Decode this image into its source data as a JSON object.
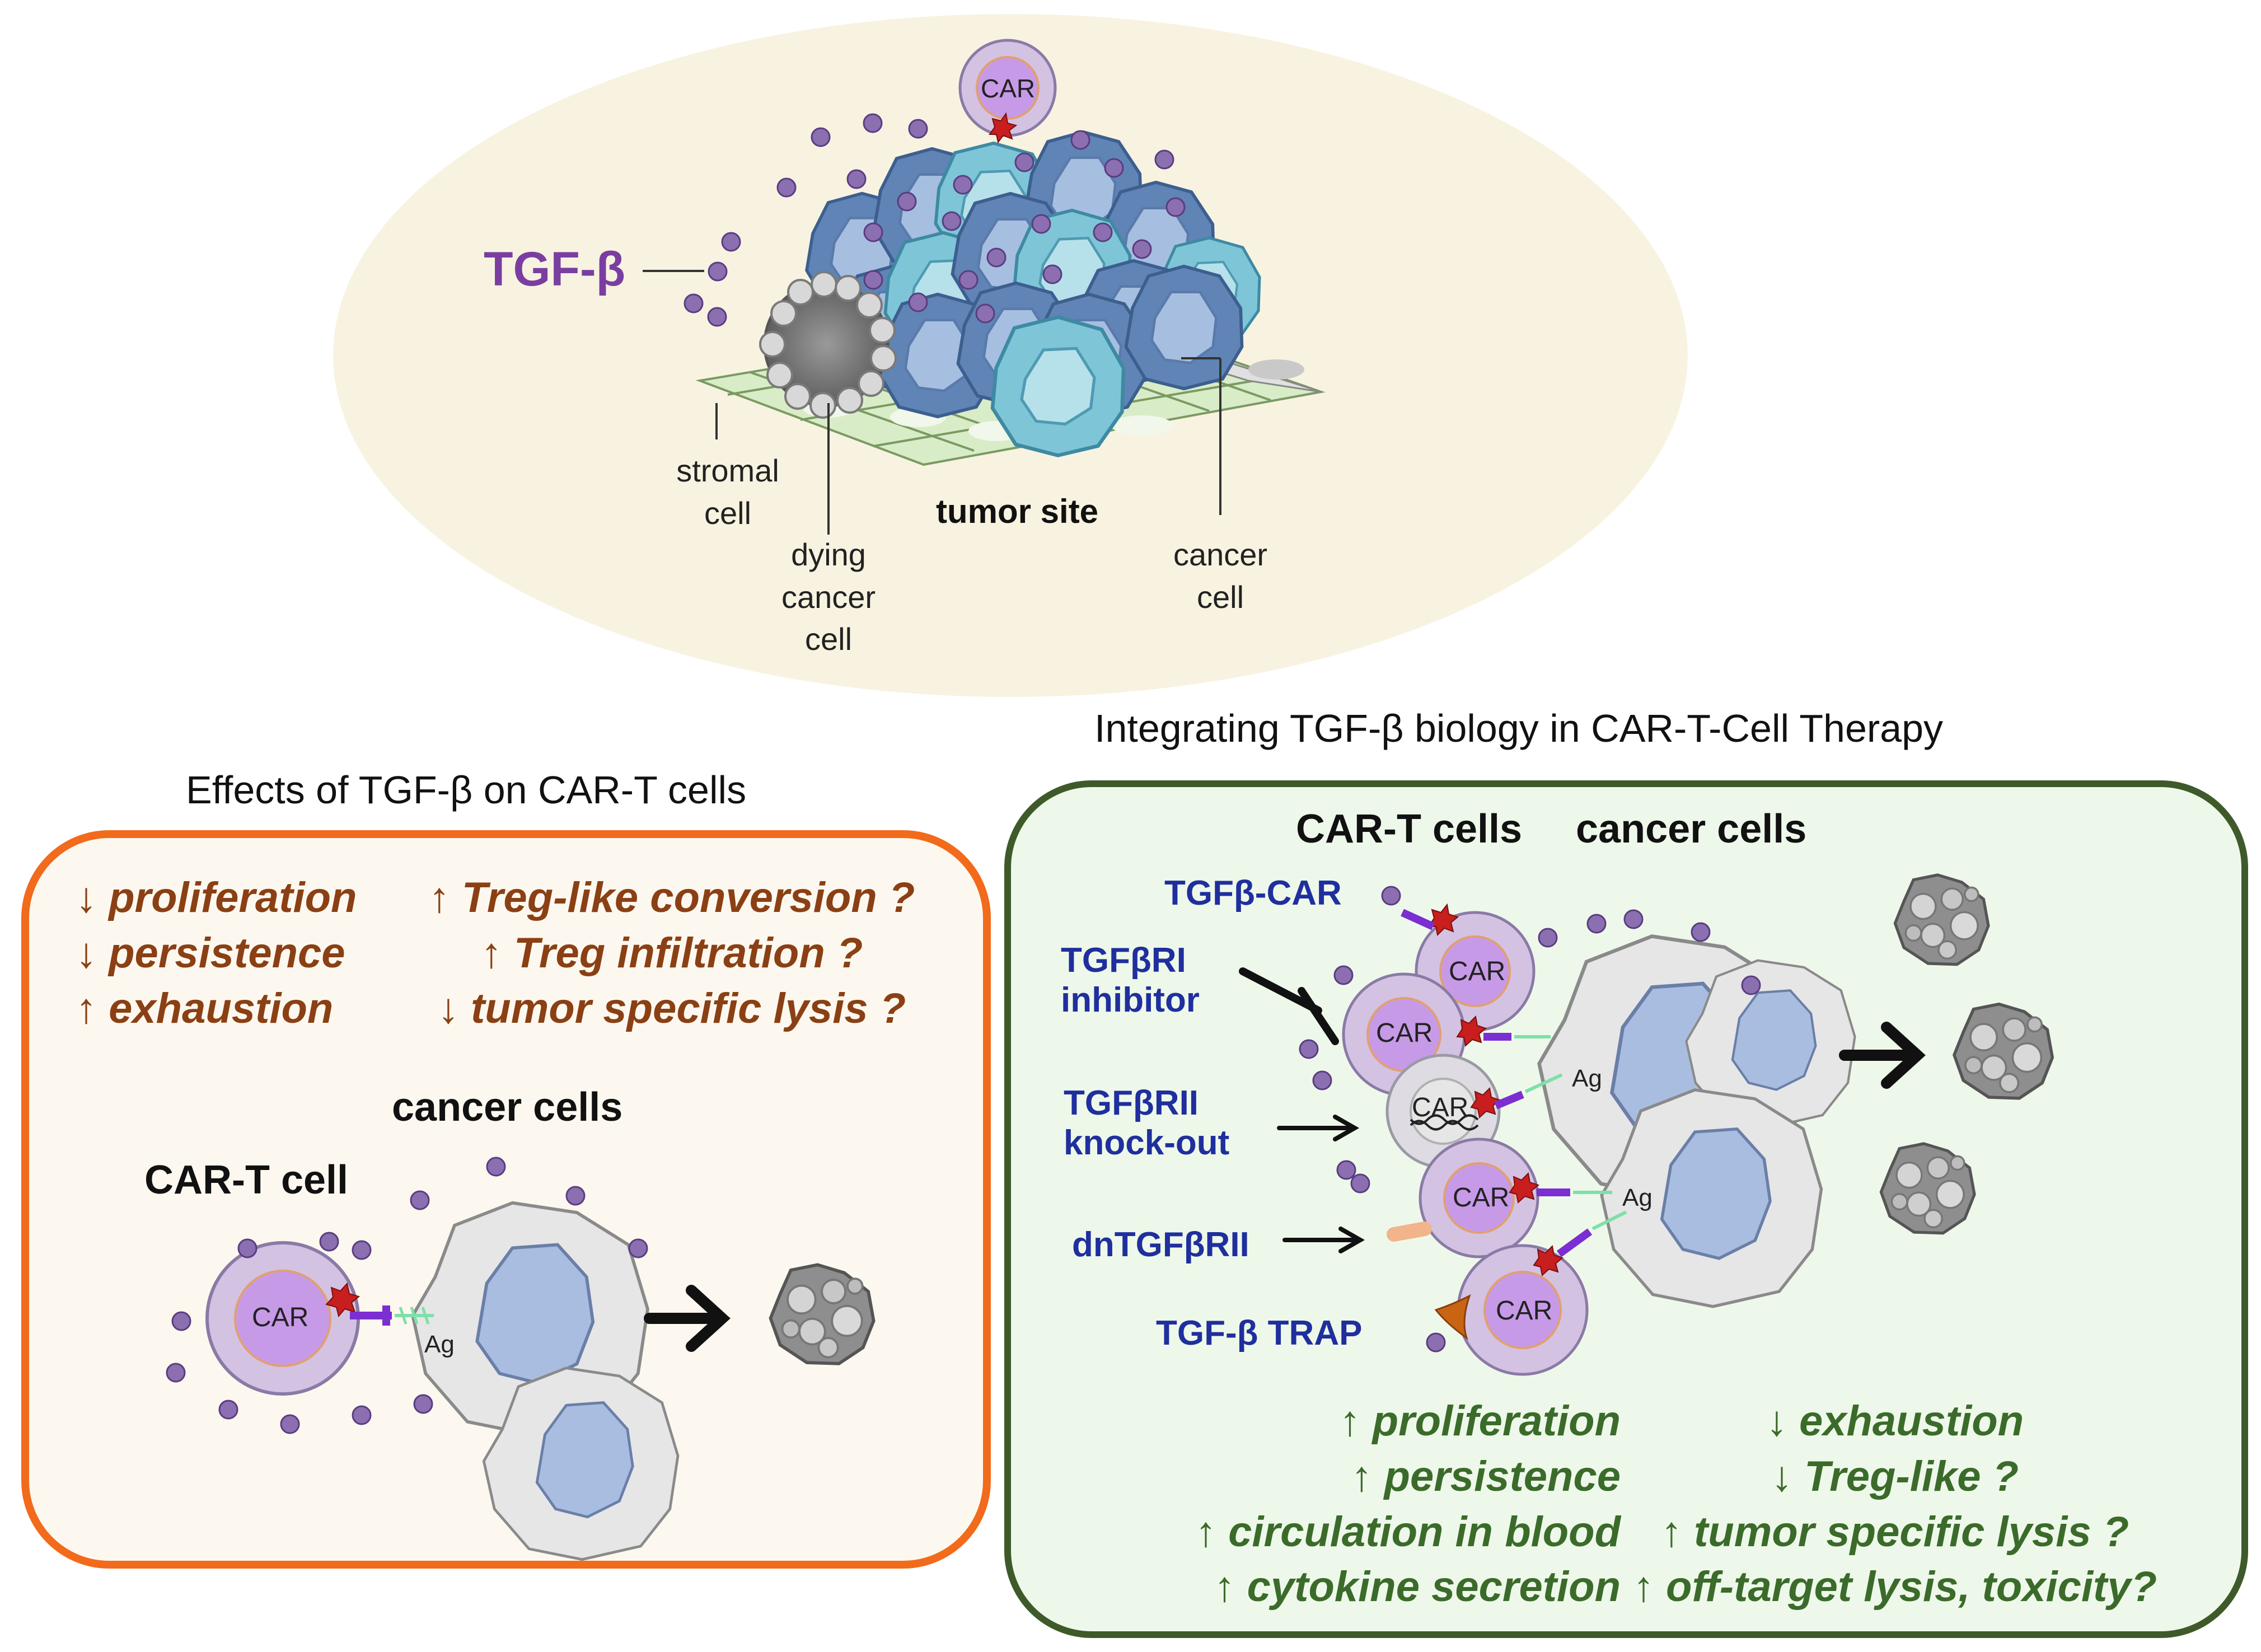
{
  "top": {
    "tgf_label": "TGF-β",
    "car_label": "CAR",
    "stromal": [
      "stromal",
      "cell"
    ],
    "dying": [
      "dying",
      "cancer",
      "cell"
    ],
    "site": "tumor site",
    "cancer": [
      "cancer",
      "cell"
    ]
  },
  "title_right": "Integrating TGF-β biology in CAR-T-Cell Therapy",
  "left_panel": {
    "title": "Effects of TGF-β on CAR-T cells",
    "effects_left": [
      "↓ proliferation",
      "↓ persistence",
      "↑ exhaustion"
    ],
    "effects_right": [
      "↑ Treg-like conversion ?",
      "↑ Treg infiltration ?",
      "↓ tumor specific lysis ?"
    ],
    "cancer_cells": "cancer cells",
    "cart_cell": "CAR-T cell",
    "car": "CAR",
    "ag": "Ag"
  },
  "right_panel": {
    "car_t_cells": "CAR-T cells",
    "cancer_cells": "cancer cells",
    "strategies": {
      "tgfb_car": "TGFβ-CAR",
      "inhibitor": [
        "TGFβRI",
        "inhibitor"
      ],
      "knockout": [
        "TGFβRII",
        "knock-out"
      ],
      "dn": "dnTGFβRII",
      "trap": "TGF-β TRAP"
    },
    "car": "CAR",
    "ag": "Ag",
    "outcomes_left": [
      "↑ proliferation",
      "↑ persistence",
      "↑ circulation in blood",
      "↑ cytokine secretion"
    ],
    "outcomes_right": [
      "↓ exhaustion",
      "↓ Treg-like ?",
      "↑ tumor specific lysis ?",
      "↑ off-target lysis, toxicity?"
    ]
  },
  "colors": {
    "tgf_purple": "#7a3ea0",
    "orange_border": "#f26a1b",
    "green_border": "#3f5a2a",
    "effect_brown": "#8a4014",
    "outcome_green": "#3b6b2a",
    "strategy_blue": "#1f2f9e"
  }
}
